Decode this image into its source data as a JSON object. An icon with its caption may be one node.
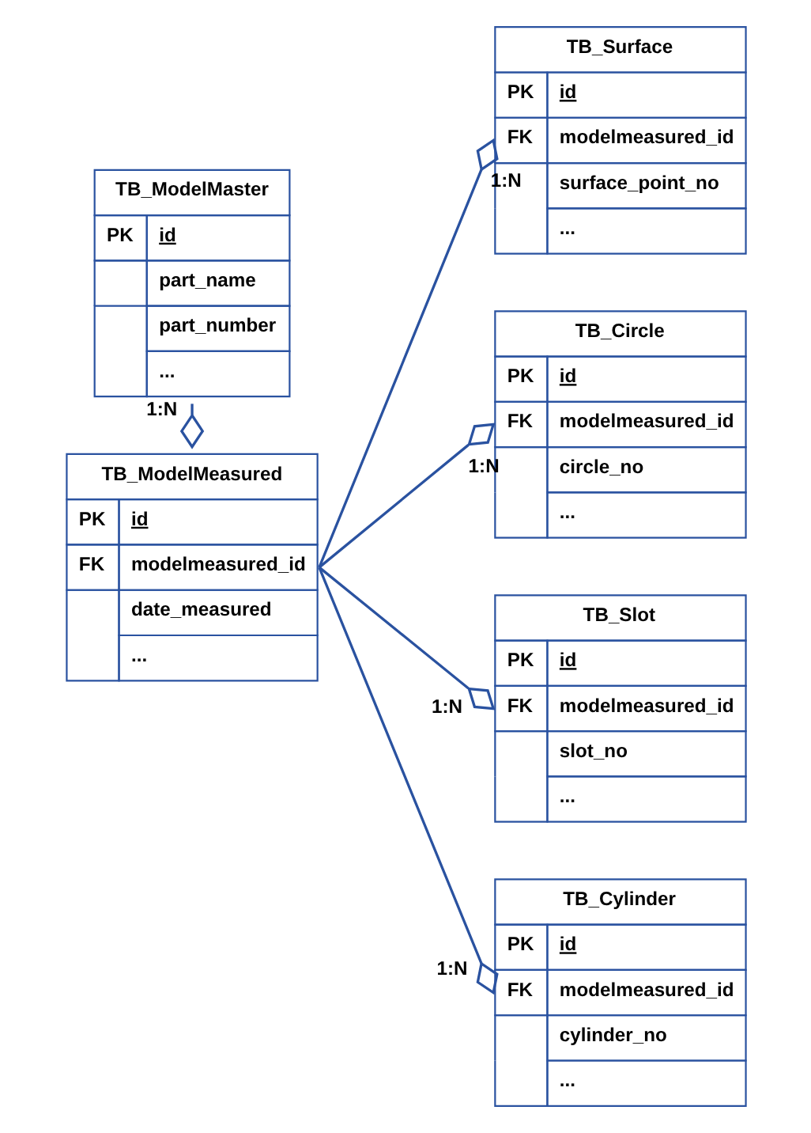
{
  "diagram": {
    "nodes": [
      {
        "text": [
          "TB_ModelMaster",
          "PK",
          "id",
          "part_name",
          "part_number",
          "..."
        ]
      },
      {
        "text": [
          "TB_ModelMeasured",
          "PK",
          "FK",
          "id",
          "modelmeasured_id",
          "date_measured",
          "..."
        ]
      },
      {
        "text": [
          "TB_Surface",
          "PK",
          "FK",
          "id",
          "modelmeasured_id",
          "surface_point_no",
          "..."
        ]
      },
      {
        "text": [
          "TB_Circle",
          "PK",
          "FK",
          "id",
          "modelmeasured_id",
          "circle_no",
          "..."
        ]
      },
      {
        "text": [
          "TB_Slot",
          "PK",
          "FK",
          "id",
          "modelmeasured_id",
          "slot_no",
          "..."
        ]
      },
      {
        "text": [
          "TB_Cylinder",
          "PK",
          "FK",
          "id",
          "modelmeasured_id",
          "cylinder_no",
          "..."
        ]
      }
    ],
    "edges": [
      {
        "from": 0,
        "to": 1,
        "arrow": "other",
        "label": "1:N"
      },
      {
        "from": 1,
        "to": 2,
        "arrow": "other",
        "label": "1:N"
      },
      {
        "from": 1,
        "to": 3,
        "arrow": "other",
        "label": "1:N"
      },
      {
        "from": 1,
        "to": 4,
        "arrow": "other",
        "label": "1:N"
      },
      {
        "from": 1,
        "to": 5,
        "arrow": "other",
        "label": "1:N"
      }
    ]
  }
}
